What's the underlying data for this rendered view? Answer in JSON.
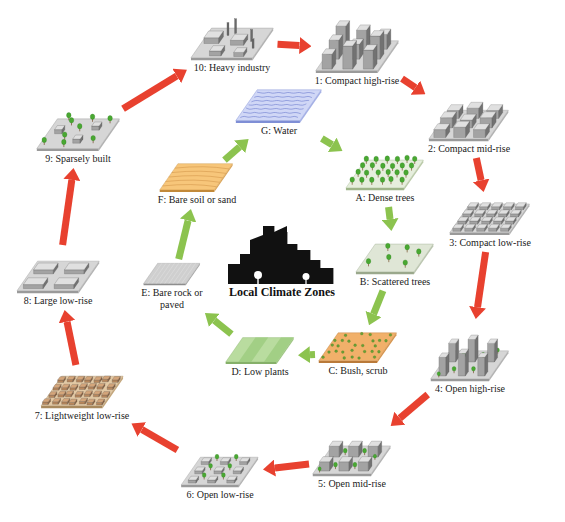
{
  "diagram": {
    "nodes": [
      {
        "text": [
          "1: Compact high-rise"
        ]
      },
      {
        "text": [
          "2: Compact mid-rise"
        ]
      },
      {
        "text": [
          "3: Compact low-rise"
        ]
      },
      {
        "text": [
          "4: Open high-rise"
        ]
      },
      {
        "text": [
          "5: Open mid-rise"
        ]
      },
      {
        "text": [
          "6: Open low-rise"
        ]
      },
      {
        "text": [
          "7: Lightweight low-rise"
        ]
      },
      {
        "text": [
          "8: Large low-rise"
        ]
      },
      {
        "text": [
          "9: Sparsely built"
        ]
      },
      {
        "text": [
          "10: Heavy industry"
        ]
      },
      {
        "text": [
          "A: Dense trees"
        ]
      },
      {
        "text": [
          "B: Scattered trees"
        ]
      },
      {
        "text": [
          "C: Bush, scrub"
        ]
      },
      {
        "text": [
          "D: Low plants"
        ]
      },
      {
        "text": [
          "E: Bare rock or paved"
        ]
      },
      {
        "text": [
          "F: Bare soil or sand"
        ]
      },
      {
        "text": [
          "G: Water"
        ]
      },
      {
        "text": [
          "Local Climate Zones"
        ]
      }
    ],
    "edges": [
      {
        "from": 0,
        "to": 1,
        "arrow": "to"
      },
      {
        "from": 1,
        "to": 2,
        "arrow": "to"
      },
      {
        "from": 2,
        "to": 3,
        "arrow": "to"
      },
      {
        "from": 3,
        "to": 4,
        "arrow": "to"
      },
      {
        "from": 4,
        "to": 5,
        "arrow": "to"
      },
      {
        "from": 5,
        "to": 6,
        "arrow": "to"
      },
      {
        "from": 6,
        "to": 7,
        "arrow": "to"
      },
      {
        "from": 7,
        "to": 8,
        "arrow": "to"
      },
      {
        "from": 8,
        "to": 9,
        "arrow": "to"
      },
      {
        "from": 9,
        "to": 0,
        "arrow": "to"
      },
      {
        "from": 16,
        "to": 10,
        "arrow": "to"
      },
      {
        "from": 10,
        "to": 11,
        "arrow": "to"
      },
      {
        "from": 11,
        "to": 12,
        "arrow": "to"
      },
      {
        "from": 12,
        "to": 13,
        "arrow": "to"
      },
      {
        "from": 13,
        "to": 14,
        "arrow": "to"
      },
      {
        "from": 14,
        "to": 15,
        "arrow": "to"
      },
      {
        "from": 15,
        "to": 16,
        "arrow": "to"
      }
    ]
  }
}
